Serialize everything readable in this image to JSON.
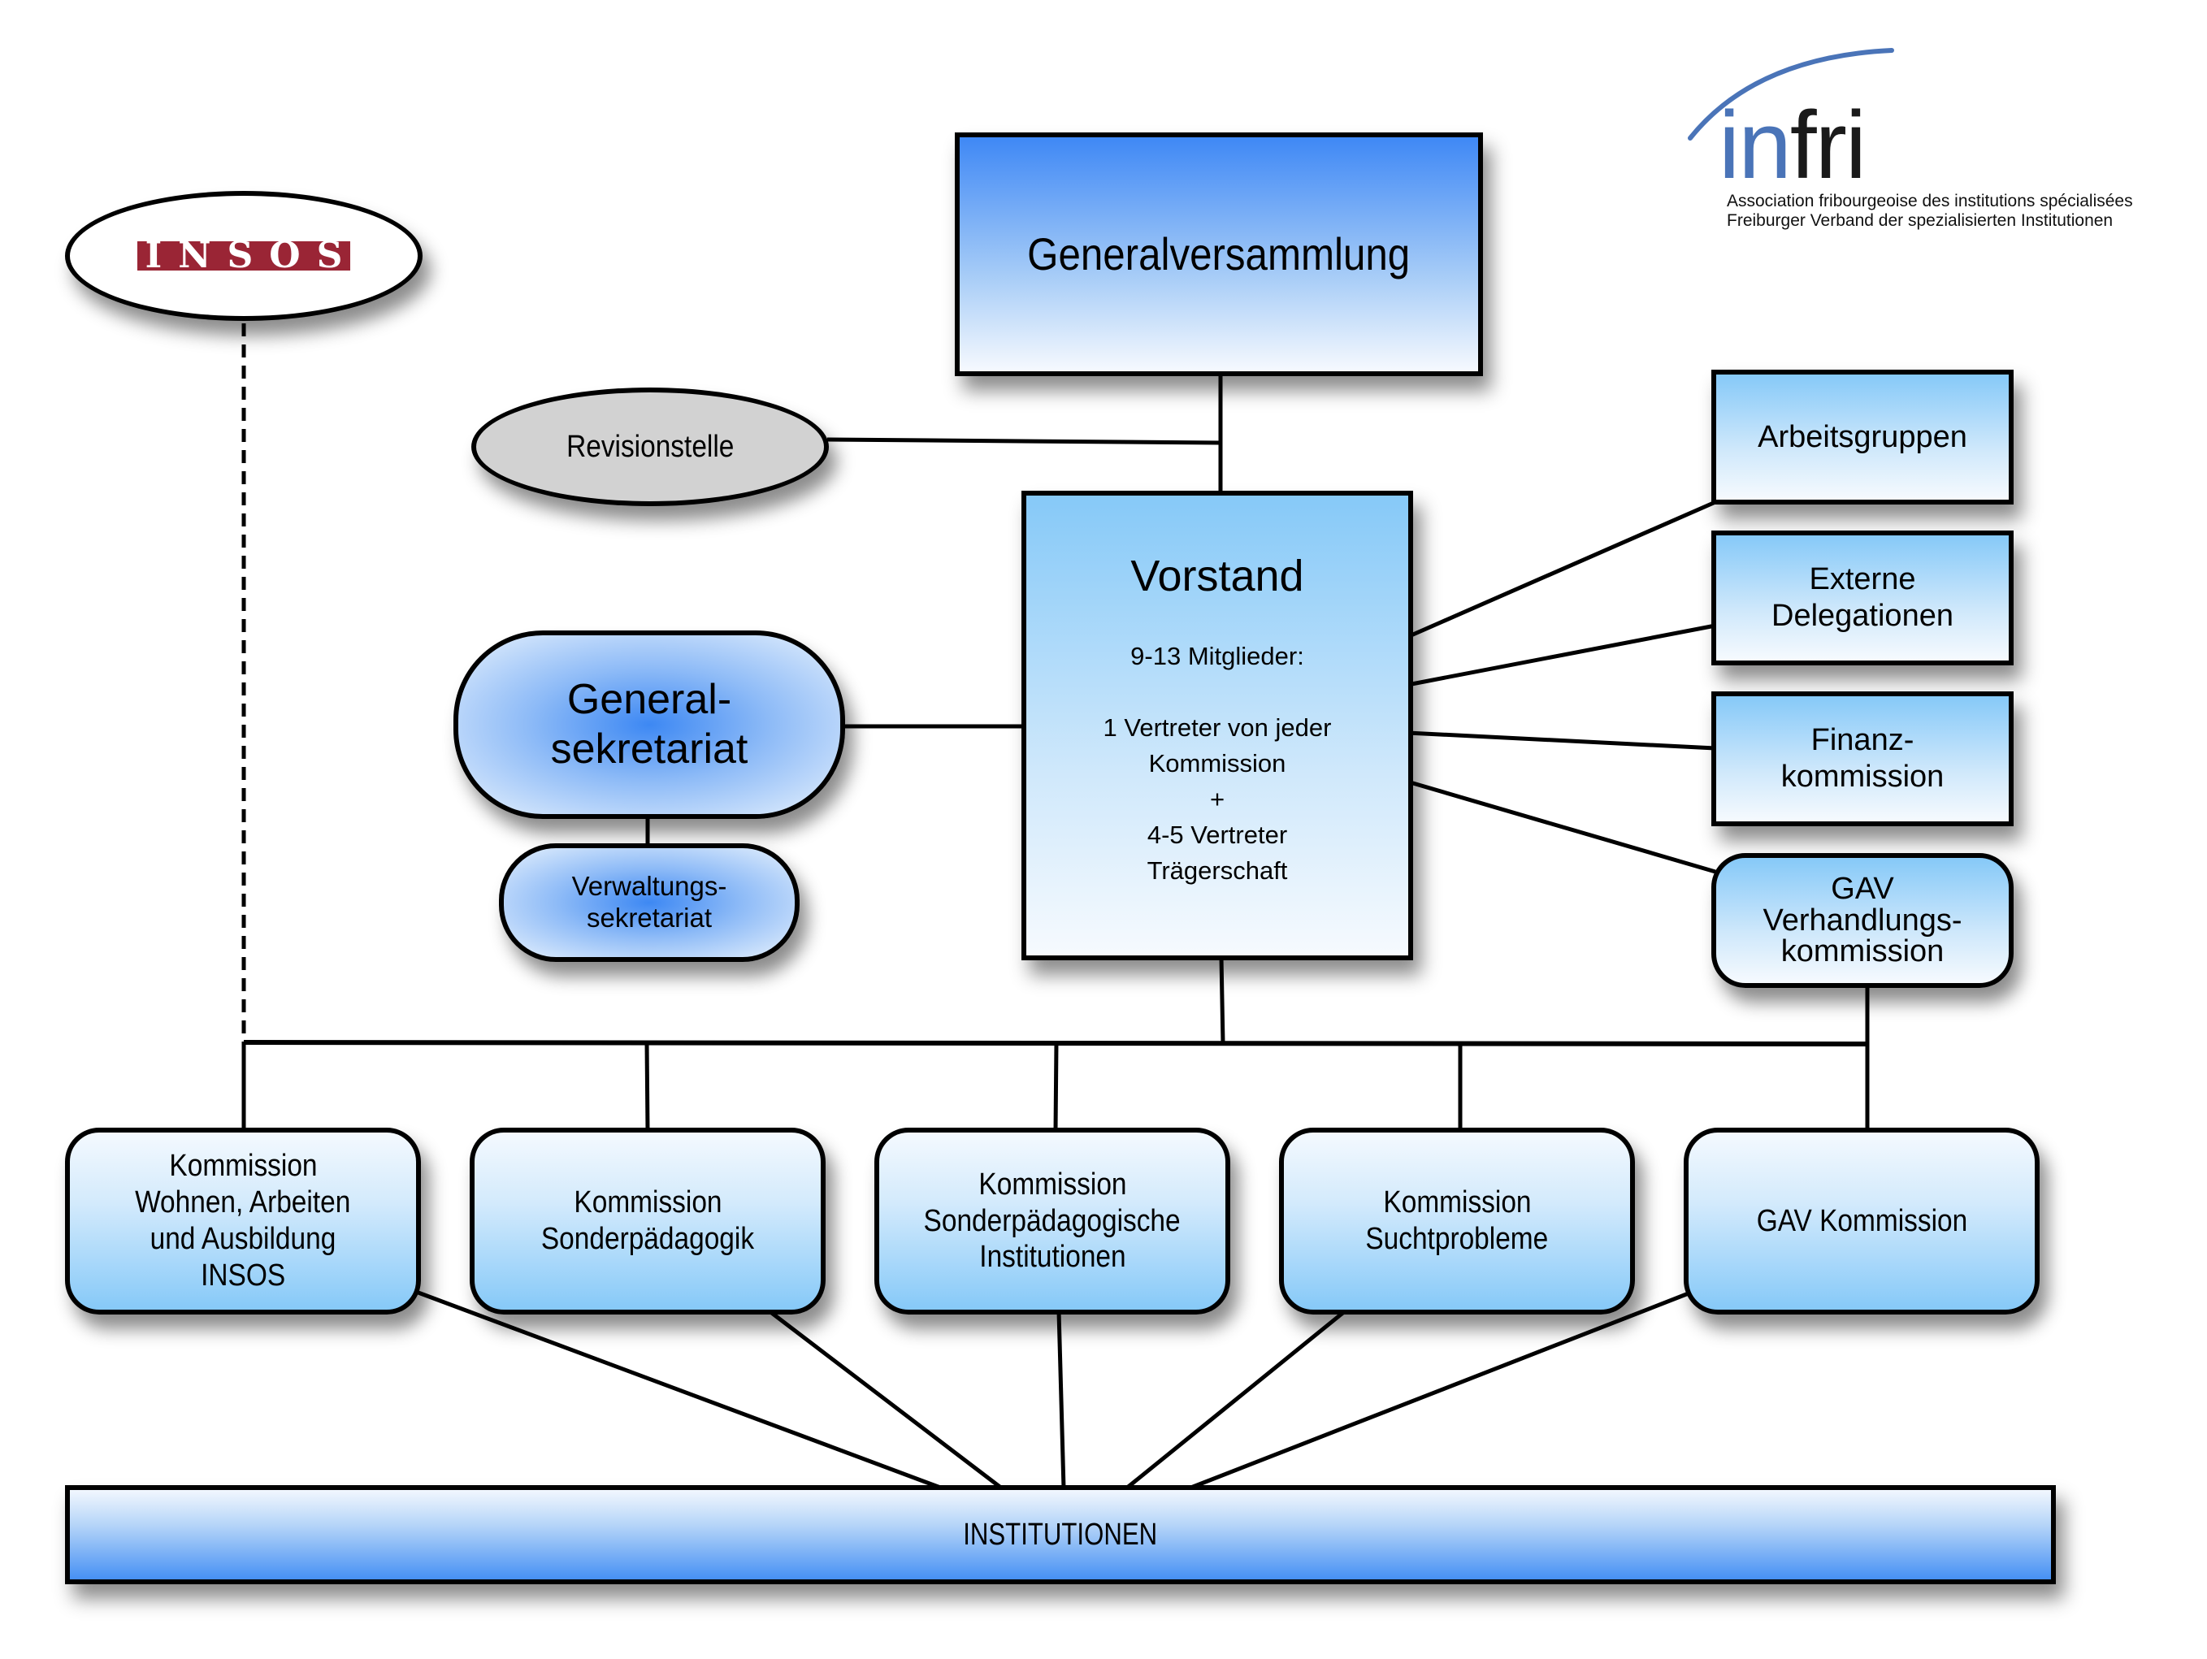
{
  "logo": {
    "prefix": "in",
    "suffix": "fri",
    "line1": "Association fribourgeoise des institutions spécialisées",
    "line2": "Freiburger Verband der spezialisierten Institutionen",
    "accent_color": "#4a74b8"
  },
  "insos": {
    "letters": [
      "I",
      "N",
      "S",
      "O",
      "S"
    ],
    "color": "#9a2535"
  },
  "nodes": {
    "generalversammlung": "Generalversammlung",
    "revisionstelle": "Revisionstelle",
    "vorstand": {
      "title": "Vorstand",
      "lines": [
        "9-13 Mitglieder:",
        "",
        "1 Vertreter von jeder",
        "Kommission",
        "+",
        "4-5 Vertreter",
        "Trägerschaft"
      ]
    },
    "generalsekretariat": [
      "General-",
      "sekretariat"
    ],
    "verwaltungssekretariat": [
      "Verwaltungs-",
      "sekretariat"
    ],
    "arbeitsgruppen": [
      "Arbeitsgruppen"
    ],
    "externe_delegationen": [
      "Externe",
      "Delegationen"
    ],
    "finanzkommission": [
      "Finanz-",
      "kommission"
    ],
    "gav_verhandlungskommission": [
      "GAV",
      "Verhandlungs-",
      "kommission"
    ],
    "kommissionen": [
      [
        "Kommission",
        "Wohnen, Arbeiten",
        "und Ausbildung",
        "INSOS"
      ],
      [
        "Kommission",
        "Sonderpädagogik"
      ],
      [
        "Kommission",
        "Sonderpädagogische",
        "Institutionen"
      ],
      [
        "Kommission",
        "Suchtprobleme"
      ],
      [
        "GAV Kommission"
      ]
    ],
    "institutionen": "INSTITUTIONEN"
  }
}
